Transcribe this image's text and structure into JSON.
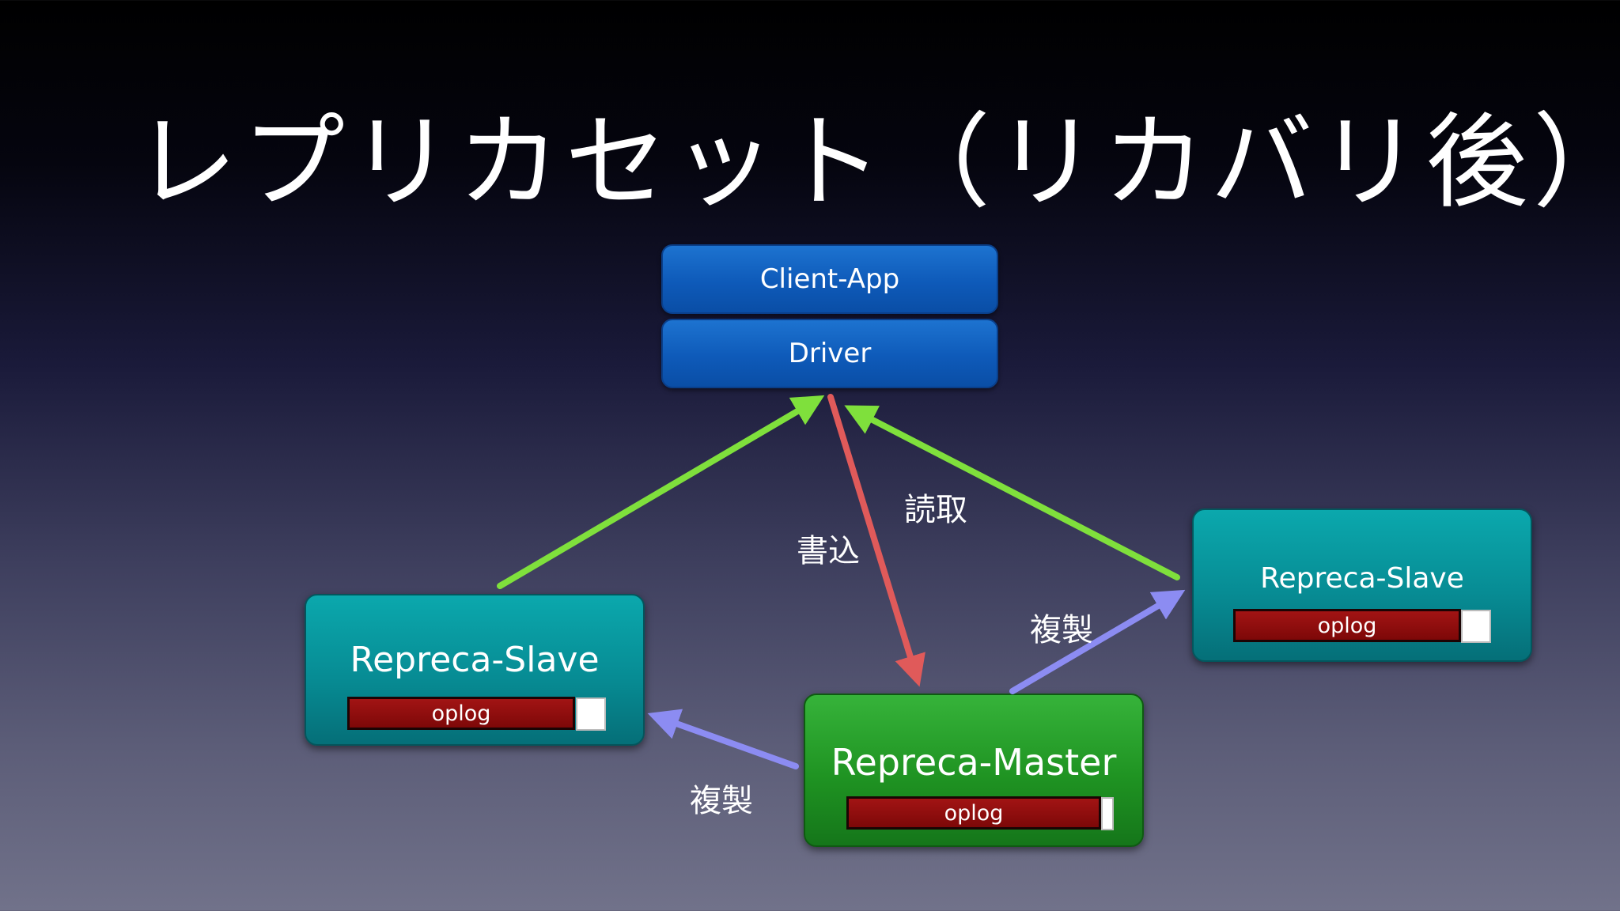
{
  "title": "レプリカセット（リカバリ後）",
  "client": {
    "app_label": "Client-App",
    "driver_label": "Driver"
  },
  "nodes": {
    "slave_left": {
      "label": "Repreca-Slave",
      "oplog": "oplog"
    },
    "master": {
      "label": "Repreca-Master",
      "oplog": "oplog"
    },
    "slave_right": {
      "label": "Repreca-Slave",
      "oplog": "oplog"
    }
  },
  "edges": {
    "write": "書込",
    "read": "読取",
    "replicate_right": "複製",
    "replicate_left": "複製"
  },
  "colors": {
    "read_arrow": "#7fe03c",
    "write_arrow": "#e05a5a",
    "replicate_arrow": "#8c8cf2",
    "client_box": "#0e5ab9",
    "slave_box": "#078c94",
    "master_box": "#1f9322",
    "oplog_bar": "#8a0c0c"
  }
}
